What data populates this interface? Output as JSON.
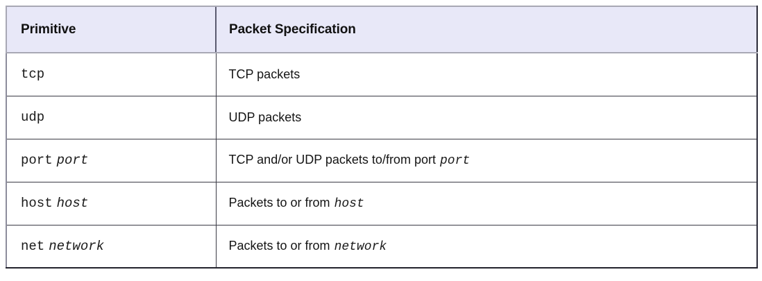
{
  "table": {
    "columns": [
      {
        "key": "primitive",
        "label": "Primitive"
      },
      {
        "key": "specification",
        "label": "Packet Specification"
      }
    ],
    "header_background": "#e8e8f8",
    "border_color": "#3a3a44",
    "rows": [
      {
        "primitive_keyword": "tcp",
        "primitive_variable": "",
        "spec_text": "TCP packets",
        "spec_variable": ""
      },
      {
        "primitive_keyword": "udp",
        "primitive_variable": "",
        "spec_text": "UDP packets",
        "spec_variable": ""
      },
      {
        "primitive_keyword": "port",
        "primitive_variable": "port",
        "spec_text": "TCP and/or UDP packets to/from port",
        "spec_variable": "port"
      },
      {
        "primitive_keyword": "host",
        "primitive_variable": "host",
        "spec_text": "Packets to or from",
        "spec_variable": "host"
      },
      {
        "primitive_keyword": "net",
        "primitive_variable": "network",
        "spec_text": "Packets to or from",
        "spec_variable": "network"
      }
    ]
  }
}
